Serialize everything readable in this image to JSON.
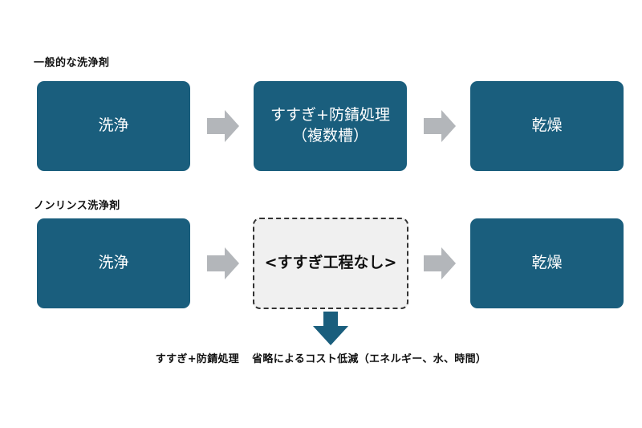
{
  "colors": {
    "box_fill": "#1a5e7d",
    "box_text": "#ffffff",
    "arrow": "#b3b6ba",
    "down_arrow": "#1a5e7d",
    "dashed_fill": "#f0f0f0",
    "dashed_border": "#333333"
  },
  "general": {
    "label": "一般的な洗浄剤",
    "steps": [
      {
        "line1": "洗浄",
        "line2": ""
      },
      {
        "line1": "すすぎ+防錆処理",
        "line2": "（複数槽）"
      },
      {
        "line1": "乾燥",
        "line2": ""
      }
    ]
  },
  "norinse": {
    "label": "ノンリンス洗浄剤",
    "steps": [
      {
        "line1": "洗浄"
      },
      {
        "line1": "<すすぎ工程なし>"
      },
      {
        "line1": "乾燥"
      }
    ]
  },
  "note": {
    "part1": "すすぎ+防錆処理",
    "part2": "省略によるコスト低減（エネルギー、水、時間）"
  }
}
